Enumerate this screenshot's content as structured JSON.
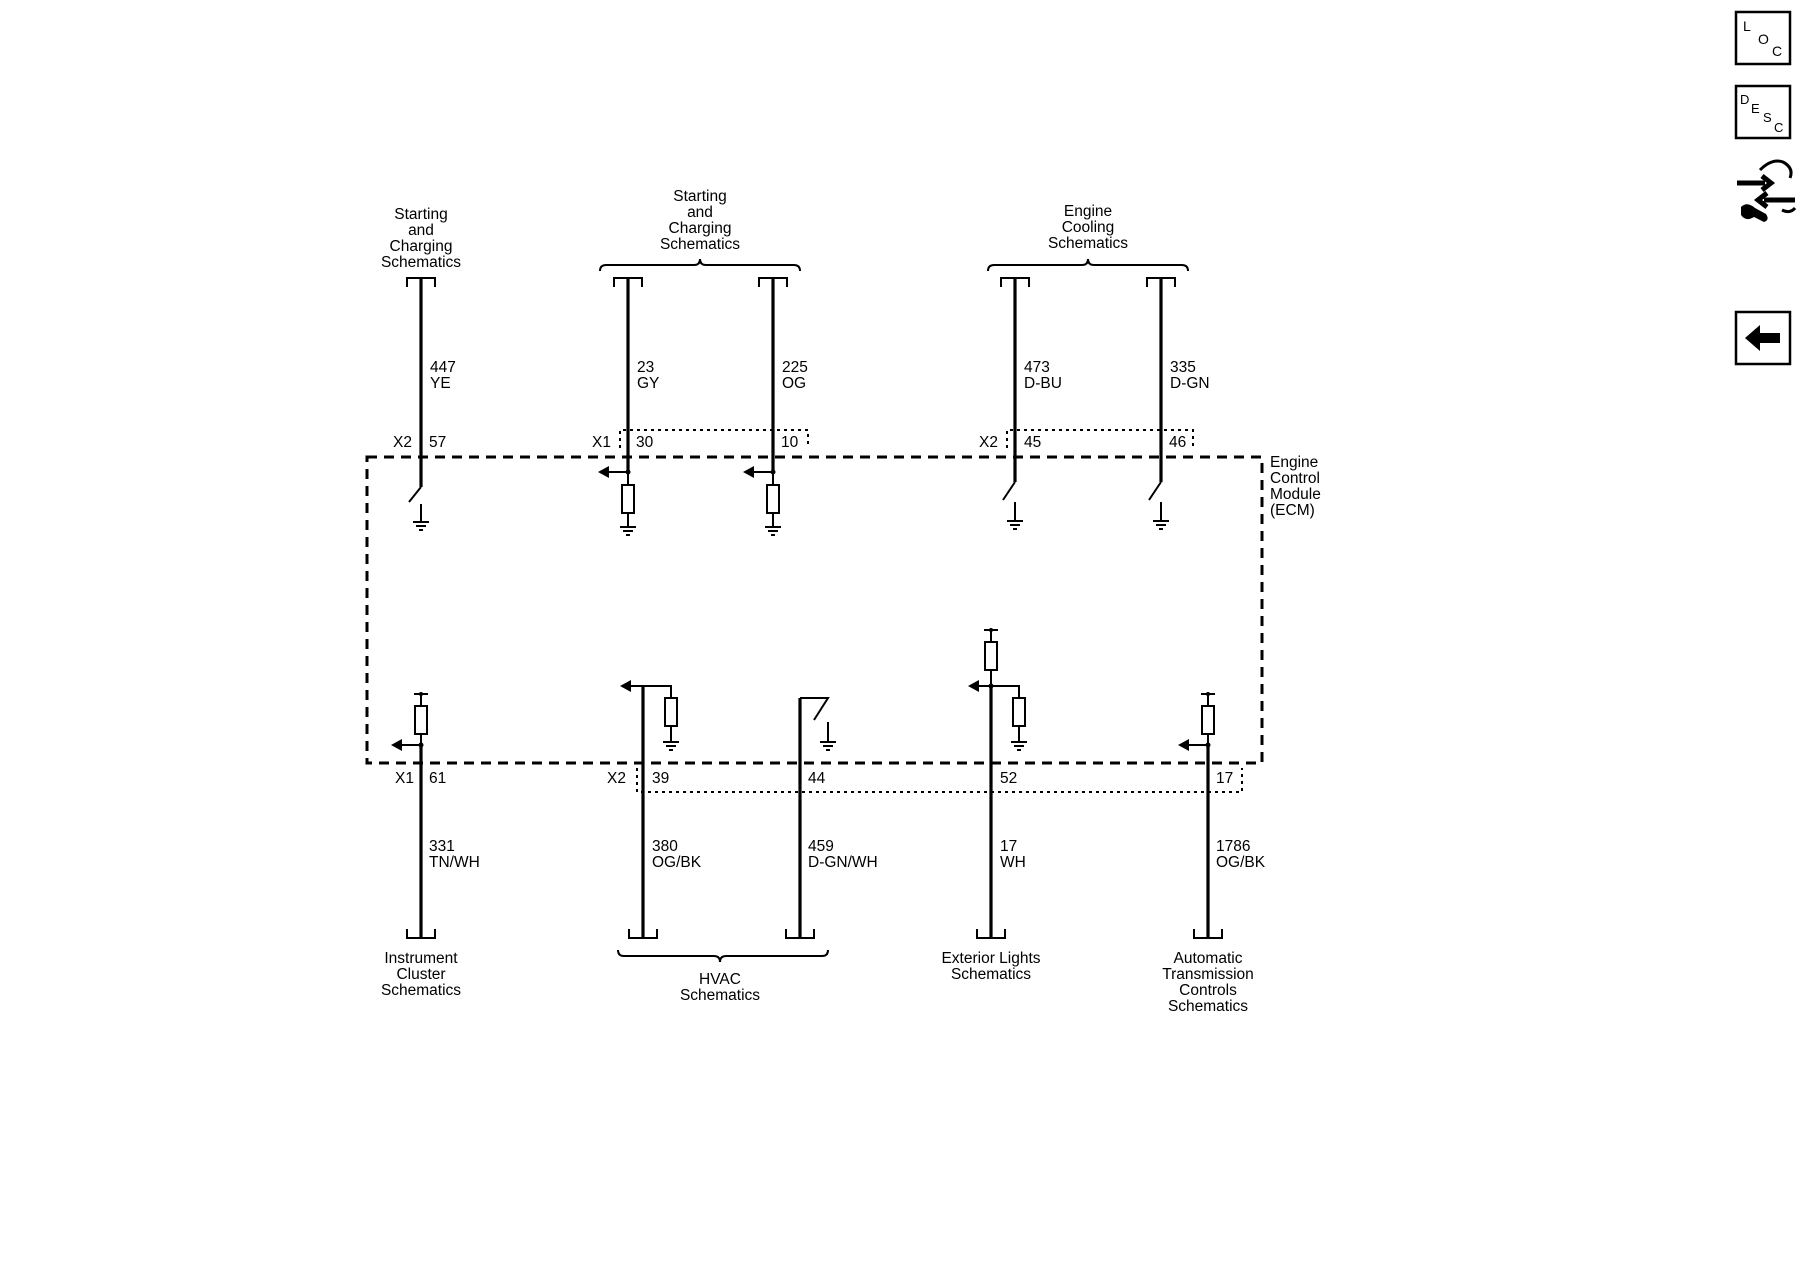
{
  "module": {
    "name_lines": [
      "Engine",
      "Control",
      "Module",
      "(ECM)"
    ]
  },
  "top_refs": [
    {
      "lines": [
        "Starting",
        "and",
        "Charging",
        "Schematics"
      ]
    },
    {
      "lines": [
        "Starting",
        "and",
        "Charging",
        "Schematics"
      ]
    },
    {
      "lines": [
        "Engine",
        "Cooling",
        "Schematics"
      ]
    }
  ],
  "bottom_refs": [
    {
      "lines": [
        "Instrument",
        "Cluster",
        "Schematics"
      ]
    },
    {
      "lines": [
        "HVAC",
        "Schematics"
      ]
    },
    {
      "lines": [
        "Exterior Lights",
        "Schematics"
      ]
    },
    {
      "lines": [
        "Automatic",
        "Transmission",
        "Controls",
        "Schematics"
      ]
    }
  ],
  "top_circuits": [
    {
      "circuit": "447",
      "color": "YE",
      "connector": "X2",
      "pin": "57"
    },
    {
      "circuit": "23",
      "color": "GY",
      "connector": "X1",
      "pin": "30"
    },
    {
      "circuit": "225",
      "color": "OG",
      "connector": "",
      "pin": "10"
    },
    {
      "circuit": "473",
      "color": "D-BU",
      "connector": "X2",
      "pin": "45"
    },
    {
      "circuit": "335",
      "color": "D-GN",
      "connector": "",
      "pin": "46"
    }
  ],
  "bottom_circuits": [
    {
      "circuit": "331",
      "color": "TN/WH",
      "connector": "X1",
      "pin": "61"
    },
    {
      "circuit": "380",
      "color": "OG/BK",
      "connector": "X2",
      "pin": "39"
    },
    {
      "circuit": "459",
      "color": "D-GN/WH",
      "connector": "",
      "pin": "44"
    },
    {
      "circuit": "17",
      "color": "WH",
      "connector": "",
      "pin": "52"
    },
    {
      "circuit": "1786",
      "color": "OG/BK",
      "connector": "",
      "pin": "17"
    }
  ],
  "nav": {
    "loc": {
      "chars": [
        "L",
        "O",
        "C"
      ]
    },
    "desc": {
      "chars": [
        "D",
        "E",
        "S",
        "C"
      ]
    },
    "connector_icon": "connector-tool-icon",
    "back_icon": "back-arrow-icon"
  }
}
